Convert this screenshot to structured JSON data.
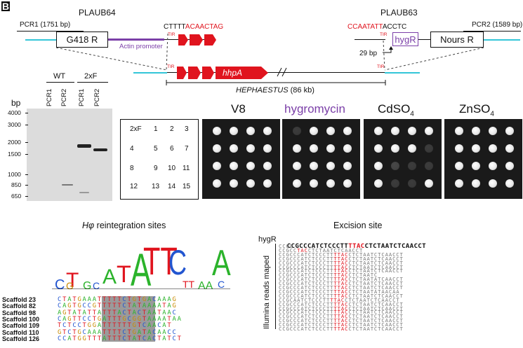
{
  "panel_letter": "B",
  "construct": {
    "plaub64": "PLAUB64",
    "plaub63": "PLAUB63",
    "pcr1": "PCR1 (1751 bp)",
    "pcr2": "PCR2 (1589 bp)",
    "g418": "G418 R",
    "actin": "Actin promoter",
    "left_seq_black": "CTTTT",
    "left_seq_red": "ACAACTAG",
    "right_seq_red": "CCAATATT",
    "right_seq_black": "ACCTC",
    "hygr": "hygR",
    "nours": "Nours R",
    "tir": "TIR",
    "gap": "29 bp",
    "hhpa": "hhpA",
    "hephaestus": "HEPHAESTUS",
    "hephaestus_size": " (86 kb)"
  },
  "gel": {
    "bp_label": "bp",
    "ladder": [
      "4000",
      "3000",
      "2000",
      "1500",
      "1000",
      "850",
      "650"
    ],
    "group_wt": "WT",
    "group_2xf": "2xF",
    "lanes": [
      "PCR1",
      "PCR2",
      "PCR1",
      "PCR2"
    ]
  },
  "grid": {
    "rows": [
      [
        "2xF",
        "1",
        "2",
        "3"
      ],
      [
        "4",
        "5",
        "6",
        "7"
      ],
      [
        "8",
        "9",
        "10",
        "11"
      ],
      [
        "12",
        "13",
        "14",
        "15"
      ]
    ]
  },
  "plates": {
    "v8": "V8",
    "hygromycin": "hygromycin",
    "cdso4": "CdSO",
    "znso4": "ZnSO",
    "sub4": "4"
  },
  "reint": {
    "title_sym": "Hφ",
    "title_rest": " reintegration sites",
    "scaffolds": [
      {
        "name": "Scaffold 23",
        "seq": "CTATGAAATTTTTCTGTGACAAAG"
      },
      {
        "name": "Scaffold 82",
        "seq": "CAGTGCCGTTTTTCTATAAAATAG"
      },
      {
        "name": "Scaffold 98",
        "seq": "AGTATATTATTTACTACTAATAAC"
      },
      {
        "name": "Scaffold 100",
        "seq": "CAGTTCCTGATTTGCGGTAAAATAA"
      },
      {
        "name": "Scaffold 109",
        "seq": "TCTCCTGGATTTTTTGTCAACAT"
      },
      {
        "name": "Scaffold 110",
        "seq": "GTCTGCAAATTTTCTGATACAACC"
      },
      {
        "name": "Scaffold 126",
        "seq": "CCATGGTTTATTTCTATCACTATCT"
      }
    ]
  },
  "excision": {
    "title": "Excision site",
    "hygr_label": "hygR",
    "hygr_seq_a": "CCGCCCATCTCCCTT",
    "hygr_seq_b": "TTAC",
    "hygr_seq_c": "CTCTAATCTCAACCT",
    "side_label": "Illumina reads maped",
    "reads": [
      [
        "CCGC",
        "",
        ""
      ],
      [
        "CCGCC",
        "TAC",
        "CTCTAATCTCAACCT"
      ],
      [
        "CCGCCCATCTCCCTT",
        "TTAC",
        "CTCTAATCTCAACCT"
      ],
      [
        "CCGCCCATCTCCCTT",
        "TTAC",
        "CTCTAATCTCAACCT"
      ],
      [
        "CCGCCCATCTCCCTT",
        "TTAC",
        "CTCTAATCTCAACCT"
      ],
      [
        "CCGCCCATCTCCCTT",
        "TTAC",
        "CTCTAATCTCAACCT"
      ],
      [
        "CCGCCCATCTCCCTT",
        "TTAC",
        "CTCTAATCTCAACCT"
      ],
      [
        "CCGCCCATCTCCCTT",
        "TTAC",
        "CTCTAATC"
      ],
      [
        "CCGCCCATCTCCCTT",
        "TTAC",
        "CTCTAATATCAACCT"
      ],
      [
        "CCGCCCATCTCCCTT",
        "TTAC",
        "CTCTAATCTCAACCT"
      ],
      [
        "CCGCCCATCTCCCTT",
        "TTAC",
        "CTCTAATCTCAACCT"
      ],
      [
        "CCGCCCATCTCCCTT",
        "TTAC",
        "CTCTAATATAACAA"
      ],
      [
        "CCGCCCATCTCCCTT",
        "TTAC",
        "CTCTAATCTCAACCT"
      ],
      [
        "CCGCAATCTCCCTT",
        "TTAC",
        "CTCTAATCTCAACCT"
      ],
      [
        "CCGCCCATCTCCCTT",
        "TTAC",
        "CTCTAATCTCAACCT"
      ],
      [
        "CCGCCCATCTCCCTT",
        "TTAC",
        "CTCTAATCTCAACCT"
      ],
      [
        "CCGCCCATCTCCCTT",
        "TTAC",
        "CTCTAATCTCAACCT"
      ],
      [
        "CCGCCCATCTCCCTT",
        "TTAC",
        "CTCTAATCTCAACCT"
      ],
      [
        "CCGCCCATCTCCCTT",
        "TTAC",
        "CTCTAATCTCAACCT"
      ],
      [
        "CCGCCCATCTCCCTT",
        "TTAC",
        "CTCTAATCTCAACCT"
      ],
      [
        "CCGCCCATCTCCCTT",
        "TTAC",
        "CTCTAATCTCAACCT"
      ]
    ]
  },
  "colors": {
    "red": "#e0141e",
    "purple": "#7b3fa8",
    "cyan": "#33c6d8",
    "highlight": "#d9717a"
  }
}
